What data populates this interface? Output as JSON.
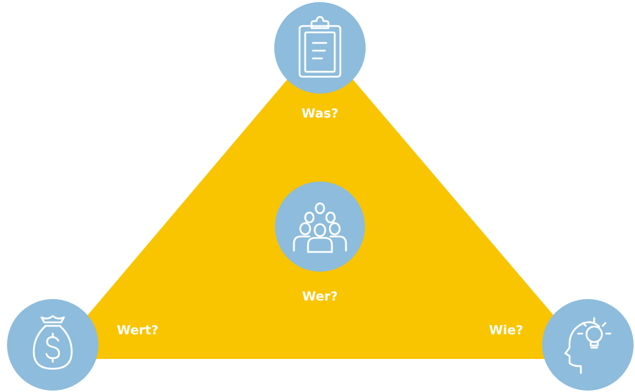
{
  "diagram": {
    "labels": {
      "top": "Was?",
      "center": "Wer?",
      "left": "Wert?",
      "right": "Wie?"
    },
    "colors": {
      "triangle": "#F9C400",
      "circle": "#8DBCDC",
      "label": "#FFFFFF"
    },
    "icons": {
      "top": "clipboard-icon",
      "center": "group-people-icon",
      "left": "money-bag-icon",
      "right": "head-lightbulb-icon"
    }
  }
}
